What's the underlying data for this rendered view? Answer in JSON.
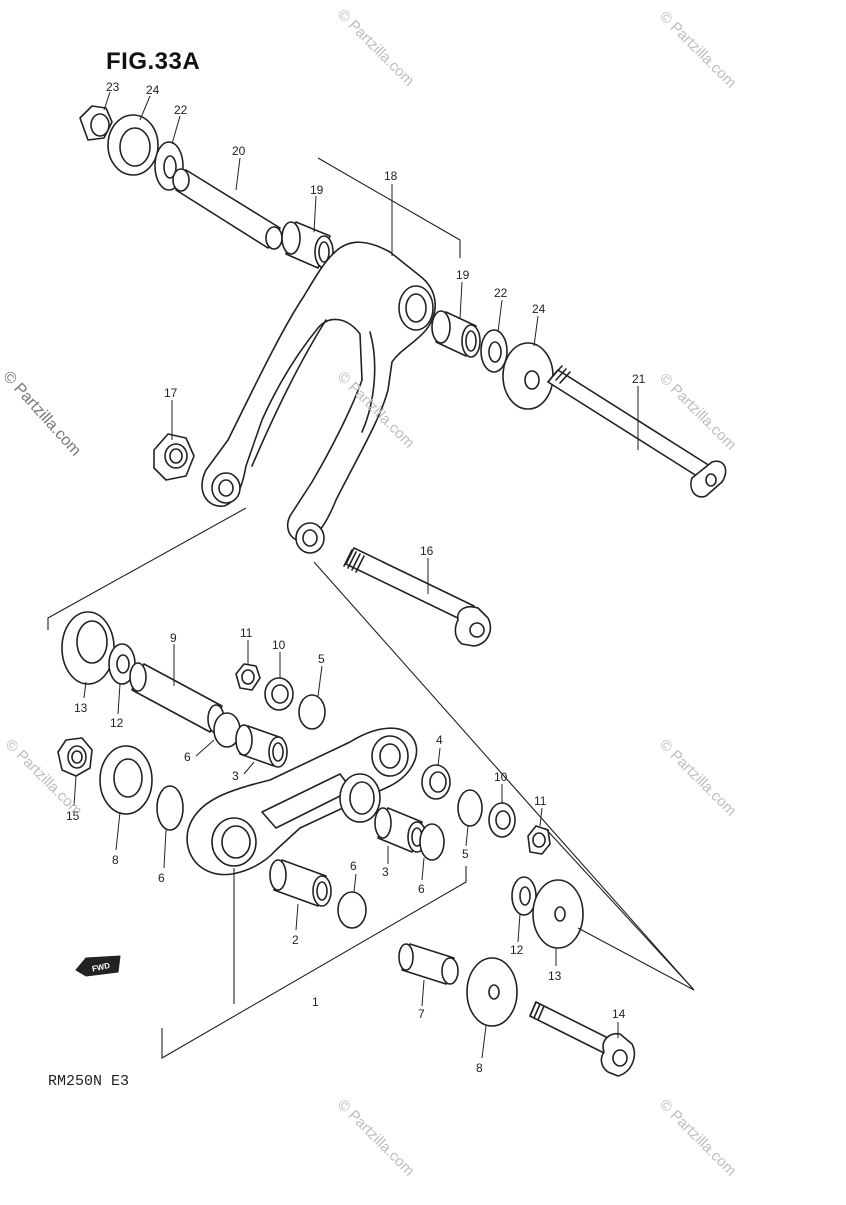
{
  "figure": {
    "title": "FIG.33A",
    "model": "RM250N  E3"
  },
  "fwd_label": "FWD",
  "watermark": "© Partzilla.com",
  "callouts": {
    "c23": "23",
    "c24a": "24",
    "c22a": "22",
    "c20": "20",
    "c19a": "19",
    "c18": "18",
    "c19b": "19",
    "c22b": "22",
    "c24b": "24",
    "c21": "21",
    "c17": "17",
    "c16": "16",
    "c9": "9",
    "c11a": "11",
    "c10a": "10",
    "c5a": "5",
    "c13a": "13",
    "c12a": "12",
    "c6a": "6",
    "c3a": "3",
    "c15": "15",
    "c8a": "8",
    "c6b": "6",
    "c4": "4",
    "c10b": "10",
    "c11b": "11",
    "c3b": "3",
    "c6c": "6",
    "c5b": "5",
    "c6d": "6",
    "c2": "2",
    "c12b": "12",
    "c13b": "13",
    "c7": "7",
    "c1": "1",
    "c14": "14",
    "c8b": "8"
  }
}
